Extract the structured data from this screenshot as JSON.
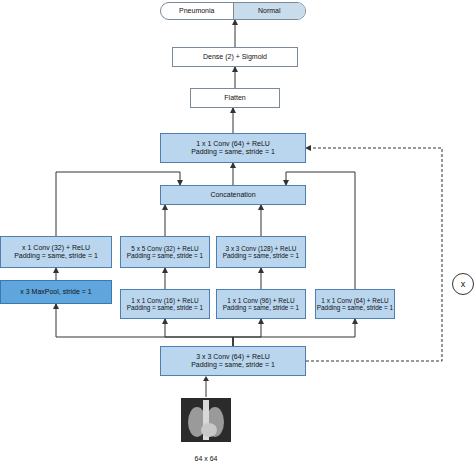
{
  "diagram": {
    "nodes": [
      {
        "text": [
          "Pneumonia",
          "Normal"
        ]
      },
      {
        "text": [
          "Dense (2) + Sigmoid"
        ]
      },
      {
        "text": [
          "Flatten"
        ]
      },
      {
        "text": [
          "1 x 1 Conv (64) + ReLU",
          "Padding = same, stride = 1"
        ]
      },
      {
        "text": [
          "Concatenation"
        ]
      },
      {
        "text": [
          "x 1 Conv (32) + ReLU",
          "Padding = same, stride = 1"
        ]
      },
      {
        "text": [
          "5 x 5 Conv (32) + ReLU",
          "Padding = same, stride = 1"
        ]
      },
      {
        "text": [
          "3 x 3 Conv (128) + ReLU",
          "Padding = same, stride = 1"
        ]
      },
      {
        "text": [
          "x 3 MaxPool, stride = 1"
        ]
      },
      {
        "text": [
          "1 x 1 Conv (16) + ReLU",
          "Padding = same, stride = 1"
        ]
      },
      {
        "text": [
          "1 x 1 Conv (96) + ReLU",
          "Padding = same, stride = 1"
        ]
      },
      {
        "text": [
          "1 x 1 Conv (64) + ReLU",
          "Padding = same, stride = 1"
        ]
      },
      {
        "text": [
          "x"
        ]
      },
      {
        "text": [
          "3 x 3 Conv (64) + ReLU",
          "Padding = same, stride = 1"
        ]
      }
    ],
    "edges": [
      {
        "from": 13,
        "to": 8,
        "arrow": "to"
      },
      {
        "from": 13,
        "to": 9,
        "arrow": "to"
      },
      {
        "from": 13,
        "to": 10,
        "arrow": "to"
      },
      {
        "from": 13,
        "to": 11,
        "arrow": "to"
      },
      {
        "from": 8,
        "to": 5,
        "arrow": "to"
      },
      {
        "from": 9,
        "to": 6,
        "arrow": "to"
      },
      {
        "from": 10,
        "to": 7,
        "arrow": "to"
      },
      {
        "from": 5,
        "to": 4,
        "arrow": "to"
      },
      {
        "from": 6,
        "to": 4,
        "arrow": "to"
      },
      {
        "from": 7,
        "to": 4,
        "arrow": "to"
      },
      {
        "from": 11,
        "to": 4,
        "arrow": "to"
      },
      {
        "from": 4,
        "to": 3,
        "arrow": "to"
      },
      {
        "from": 3,
        "to": 2,
        "arrow": "to"
      },
      {
        "from": 2,
        "to": 1,
        "arrow": "to"
      },
      {
        "from": 1,
        "to": 0,
        "arrow": "to"
      },
      {
        "from": 13,
        "to": 3,
        "arrow": "to"
      }
    ],
    "labels": [
      "64 x 64"
    ]
  }
}
